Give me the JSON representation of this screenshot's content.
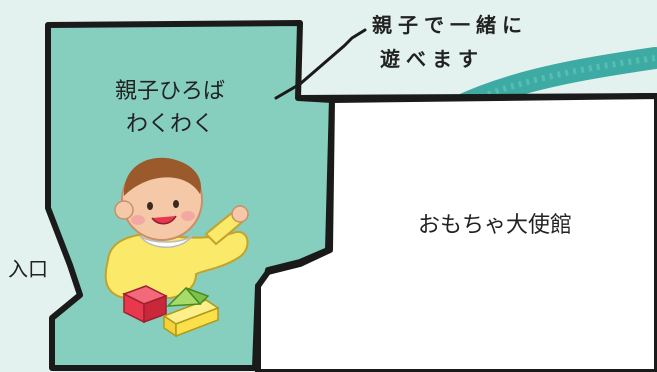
{
  "map": {
    "rooms": [
      {
        "id": "hiroba",
        "label_lines": [
          "親子ひろば",
          "わくわく"
        ],
        "color": "#86cfbf"
      },
      {
        "id": "toy-embassy",
        "label": "おもちゃ大使館",
        "color": "#ffffff"
      }
    ],
    "entrance_label": "入口",
    "callout_lines": [
      "親子で一緒に",
      "遊べます"
    ],
    "colors": {
      "background": "#e3f2ee",
      "wall": "#1a1a1a",
      "arrow": "#2aa39a",
      "baby_outfit": "#fbe96a",
      "block_red": "#e8384d",
      "block_green": "#8dcd4a",
      "block_yellow": "#fbe04a"
    },
    "icons": [
      "baby-illustration",
      "toy-blocks-icon",
      "pointer-arrow-icon"
    ]
  }
}
